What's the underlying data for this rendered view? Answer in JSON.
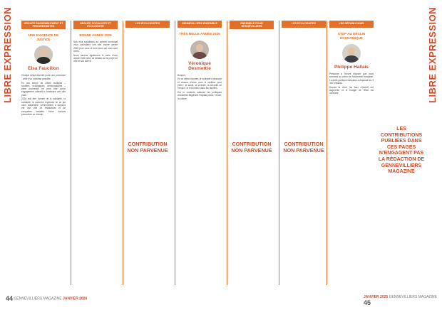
{
  "side_title": "LIBRE EXPRESSION",
  "columns": [
    {
      "header": "Groupe Rassemblement et progressistes",
      "slogan": "Une exigence de justice",
      "name": "Elsa Faucillon",
      "paragraphs": [
        "Chaque début d'année porte une promesse : celle d'un nouveau possible.",
        "En ces temps de crises multiples – sociales, écologiques, démocratiques – cette promesse ne peut être qu'un engagement collectif à construire une ville juste.",
        "2026 doit être l'année de la solidarité, la solidarité, le commun repensés en ce qui nous rassemble. Gennevilliers a toujours été une ville de résistances et de conquêtes sociales. Nous voulons poursuivre ce chemin."
      ]
    },
    {
      "header": "Groupe socialiste et écologiste",
      "slogan": "Bonne année 2026",
      "paragraphs": [
        "Nos élus socialistes au conseil municipal vous souhaitent une très bonne année 2026 pour vous et tous ceux qui vous sont chers.",
        "Nous savons également le sens d'une année 2026 riche de débats sur le projet de ville et son avenir."
      ]
    },
    {
      "header": "Les écologistes",
      "contribution": "Contribution non parvenue"
    },
    {
      "header": "Gennevilliers Ensemble",
      "slogan": "Très belle année 2026",
      "name": "Véronique Desmettre",
      "paragraphs": [
        "Bonjour,",
        "En ce début d'année, je souhaite à chacune et chacun d'entre vous le meilleur pour 2026 : la santé, la sérénité, la sécurité de l'emploi, et le bonheur dans les familles.",
        "Sur le contexte national, les politiques d'austérité fragilisent l'hôpital public, l'école, la culture."
      ]
    },
    {
      "header": "Ensemble pour Gennevilliers",
      "contribution": "Contribution non parvenue"
    },
    {
      "header": "Les ecologistes",
      "contribution": "Contribution non parvenue"
    },
    {
      "header": "Les Républicains",
      "slogan": "Stop au déclin économique",
      "name": "Philippe Hallais",
      "paragraphs": [
        "Personne à l'heure n'ignore que nous sommes au creux de l'économie française. La dette publique française a dépassé les 3 400 milliards.",
        "Depuis la crise, les taux d'intérêt ont augmenté et le budget de l'État est contraint."
      ]
    }
  ],
  "callout": "Les contributions publiées dans ces pages n'engagent pas la rédaction de Gennevilliers magazine",
  "footer": {
    "left_num": "44",
    "left_title": "GENNEVILLIERS MAGAZINE",
    "left_issue": "JANVIER 2026",
    "right_issue": "JANVIER 2026",
    "right_title": "GENNEVILLIERS MAGAZINE",
    "right_num": "45"
  },
  "colors": {
    "accent": "#e0702a",
    "title": "#d14b2a"
  }
}
